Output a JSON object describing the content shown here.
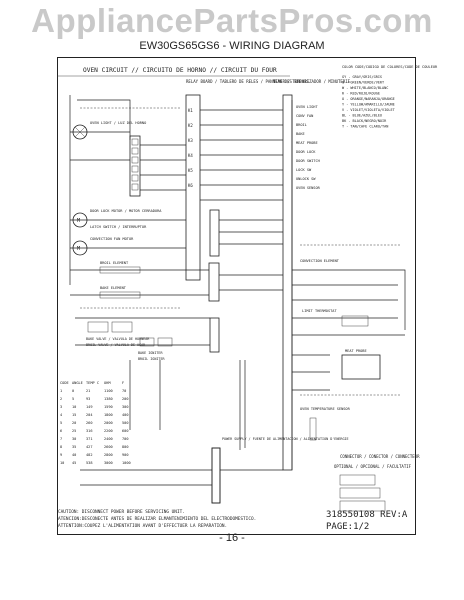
{
  "watermark": "AppliancePartsPros.com",
  "model_title": "EW30GS65GS6 - WIRING DIAGRAM",
  "diagram": {
    "header": "OVEN CIRCUIT // CIRCUITO DE HORNO // CIRCUIT DU FOUR",
    "relay_board": "RELAY BOARD / TABLERO DE RELES / PANNEAU DES RELAIS",
    "timer": "TIMER / TEMPORIZADOR / MINUTERIE",
    "color_code": {
      "title": "COLOR CODE/CODIGO DE COLORES/CODE DE COULEUR",
      "items": [
        "GY - GRAY/GRIS/GRIS",
        "G - GREEN/VERDE/VERT",
        "W - WHITE/BLANCO/BLANC",
        "R - RED/ROJO/ROUGE",
        "O - ORANGE/NARANJA/ORANGE",
        "Y - YELLOW/AMARILLO/JAUNE",
        "V - VIOLET/VIOLETA/VIOLET",
        "BL - BLUE/AZUL/BLEU",
        "BK - BLACK/NEGRO/NOIR",
        "T - TAN/CAFE CLARO/TAN"
      ]
    },
    "relay_pins": [
      "K1",
      "K2",
      "K3",
      "K4",
      "K5",
      "K6"
    ],
    "timer_outputs": [
      "OVEN LIGHT",
      "CONV FAN",
      "BROIL",
      "BAKE",
      "MEAT PROBE",
      "DOOR LOCK",
      "DOOR SWITCH",
      "LOCK SW",
      "UNLOCK SW",
      "OVEN SENSOR"
    ],
    "components": [
      "OVEN LIGHT / LUZ DEL HORNO",
      "DOOR LOCK MOTOR / MOTOR CERRADURA",
      "LATCH SWITCH / INTERRUPTOR",
      "CONVECTION FAN MOTOR",
      "BROIL ELEMENT",
      "BAKE ELEMENT",
      "CONVECTION ELEMENT",
      "MEAT PROBE",
      "OVEN TEMPERATURE SENSOR",
      "LIMIT THERMOSTAT"
    ],
    "valve_labels": [
      "BAKE VALVE / VALVULA DE HORNEAR",
      "BROIL VALVE / VALVULA DE ASAR"
    ],
    "igniter_labels": [
      "BAKE IGNITER",
      "BROIL IGNITER"
    ],
    "power_supply": "POWER SUPPLY / FUENTE DE ALIMENTACION / ALIMENTATION D'ENERGIE",
    "connector": "CONNECTOR / CONECTOR / CONNECTEUR",
    "option": "OPTIONAL / OPCIONAL / FACULTATIF",
    "table": {
      "headers": [
        "CODE",
        "ANGLE",
        "TEMP C",
        "OHM",
        "F"
      ],
      "rows": [
        [
          "1",
          "0",
          "21",
          "1100",
          "70"
        ],
        [
          "2",
          "5",
          "93",
          "1380",
          "200"
        ],
        [
          "3",
          "10",
          "149",
          "1590",
          "300"
        ],
        [
          "4",
          "15",
          "204",
          "1800",
          "400"
        ],
        [
          "5",
          "20",
          "260",
          "2000",
          "500"
        ],
        [
          "6",
          "25",
          "316",
          "2200",
          "600"
        ],
        [
          "7",
          "30",
          "371",
          "2400",
          "700"
        ],
        [
          "8",
          "35",
          "427",
          "2600",
          "800"
        ],
        [
          "9",
          "40",
          "482",
          "2800",
          "900"
        ],
        [
          "10",
          "45",
          "538",
          "3000",
          "1000"
        ]
      ]
    },
    "caution_lines": [
      "CAUTION: DISCONNECT POWER BEFORE SERVICING UNIT.",
      "ATENCION:DESCONECTE ANTES DE REALIZAR ELMANTENIMIENTO DEL ELECTRODOMESTICO.",
      "ATTENTION:COUPEZ L'ALIMENTATION AVANT D'EFFECTUER LA REPARATION."
    ],
    "part_number": "318550108 REV:A",
    "page_label": "PAGE:1/2"
  },
  "page_number": "- 16 -"
}
